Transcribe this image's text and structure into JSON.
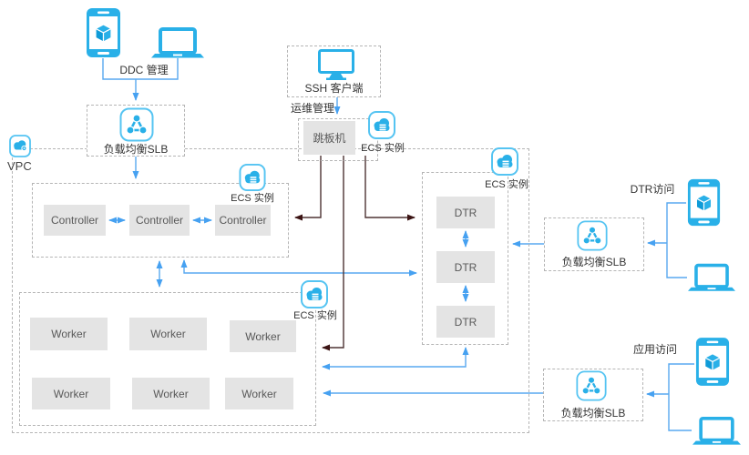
{
  "diagram": {
    "vpc_label": "VPC",
    "ops_label": "运维管理",
    "ddc_label": "DDC 管理",
    "ssh_label": "SSH 客户端",
    "jumpbox_label": "跳板机",
    "ecs_label": "ECS 实例",
    "slb_main_label": "负载均衡SLB",
    "dtr_access": {
      "title": "DTR访问",
      "slb_label": "负载均衡SLB"
    },
    "app_access": {
      "title": "应用访问",
      "slb_label": "负载均衡SLB"
    },
    "controllers": [
      "Controller",
      "Controller",
      "Controller"
    ],
    "workers": [
      "Worker",
      "Worker",
      "Worker",
      "Worker",
      "Worker",
      "Worker"
    ],
    "dtrs": [
      "DTR",
      "DTR",
      "DTR"
    ]
  },
  "icons": {
    "smartphone": "smartphone-icon",
    "laptop": "laptop-icon",
    "monitor": "monitor-icon",
    "load_balancer": "slb-load-balancer-icon",
    "ecs": "ecs-instance-icon",
    "vpc": "vpc-cloud-icon"
  },
  "colors": {
    "brand_blue": "#29b0e8",
    "icon_stroke": "#55c4f2",
    "arrow_blue": "#58a9f0",
    "arrow_dark": "#4e3434",
    "node_fill": "#e4e4e4",
    "node_text": "#595959",
    "dash_border": "#b5b5b5"
  }
}
